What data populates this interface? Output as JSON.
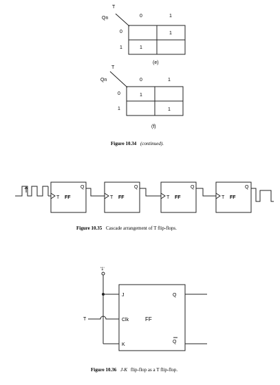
{
  "kmap_e": {
    "row_var": "Qn",
    "col_var": "T",
    "col_headers": [
      "0",
      "1"
    ],
    "row_headers": [
      "0",
      "1"
    ],
    "cells": [
      [
        "",
        "1"
      ],
      [
        "1",
        ""
      ]
    ],
    "label": "(e)"
  },
  "kmap_f": {
    "row_var": "Qn",
    "col_var": "T",
    "col_headers": [
      "0",
      "1"
    ],
    "row_headers": [
      "0",
      "1"
    ],
    "cells": [
      [
        "1",
        ""
      ],
      [
        "",
        "1"
      ]
    ],
    "label": "(f)"
  },
  "caption_1034": {
    "bold": "Figure 10.34",
    "italic": "(continued)."
  },
  "cascade": {
    "flipflops": [
      {
        "t": "T",
        "ff": "FF",
        "q": "Q"
      },
      {
        "t": "T",
        "ff": "FF",
        "q": "Q"
      },
      {
        "t": "T",
        "ff": "FF",
        "q": "Q"
      },
      {
        "t": "T",
        "ff": "FF",
        "q": "Q"
      }
    ]
  },
  "caption_1035": {
    "bold": "Figure 10.35",
    "text": "Cascade arrangement of T flip-flops."
  },
  "jk": {
    "one_label": "'1'",
    "t_label": "T",
    "j": "J",
    "clk": "Clk",
    "k": "K",
    "ff": "FF",
    "q": "Q",
    "qbar": "Q"
  },
  "caption_1036": {
    "bold": "Figure 10.36",
    "italic": "J-K",
    "text": "flip-flop as a T flip-flop."
  }
}
